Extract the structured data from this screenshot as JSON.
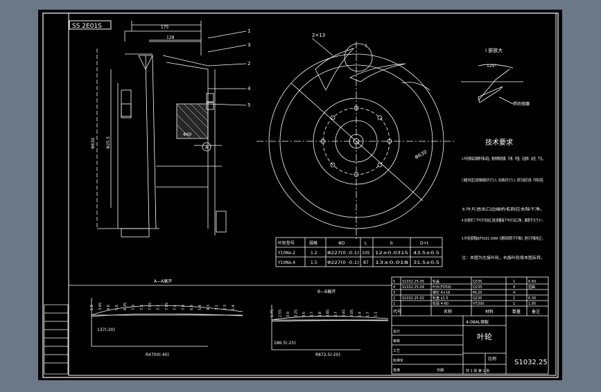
{
  "drawing": {
    "title_block": {
      "drawing_number": "S1032.25",
      "drawing_number_rotated": "SS 2E01S",
      "part_name": "叶轮",
      "material_note": "4-08AL钢板",
      "headers": {
        "code": "代号",
        "name": "名称",
        "material": "材料",
        "quantity": "数量",
        "note": "备注"
      },
      "scale_label": "比例",
      "sheet": "共 1 张 第 1 张",
      "bom_rows": [
        {
          "index": "5",
          "code": "S1032.25-05",
          "name": "轮盖",
          "material": "Q235",
          "qty": "1",
          "note": "6.60"
        },
        {
          "index": "4",
          "code": "S1032.25-04",
          "name": "叶片(FD59)",
          "material": "Q235",
          "qty": "4",
          "note": "扭曲"
        },
        {
          "index": "3",
          "code": "",
          "name": "铆钉 4×16",
          "material": "ML20",
          "qty": "4",
          "note": ""
        },
        {
          "index": "2",
          "code": "S1032.25-02",
          "name": "轮盘 ¢1.5",
          "material": "Q235",
          "qty": "1",
          "note": "6.30"
        },
        {
          "index": "1",
          "code": "",
          "name": "轮毂 4-60",
          "material": "HT200",
          "qty": "1",
          "note": "1.95"
        }
      ],
      "approval_labels": [
        "设计",
        "审核",
        "工艺",
        "标准化",
        "批准",
        "日期"
      ]
    },
    "tech_requirements": {
      "title": "技术要求",
      "items": [
        "1.叶轮焊接后做静平衡试验，要求焊缝饱满、平滑、牢固、无虚焊、夹渣、气孔。",
        "2.轴盘与轮盖之间的轴向跳动不大于1.5，径向跳动不大于1.5，铆钉头部应光滑，不得有毛刺。",
        "3.叶片进出口边缘的毛刺应去除干净。",
        "4.在相邻三个叶片的出口处测量每个叶片出口角，偏差不大于1°。",
        "5.叶轮按照JB/T9101-1999《通风机转子平衡》进行平衡校正。",
        "注：本图为左旋叶轮，右旋叶轮按本图反转。"
      ]
    },
    "spec_table": {
      "headers": [
        "叶轮型号",
        "规格",
        "ΦD",
        "L",
        "b",
        "D+t"
      ],
      "rows": [
        [
          "Y10No.2",
          "1.2",
          "Φ227(0 -0.1)",
          "105",
          "12±0.0315",
          "43.5±0.5"
        ],
        [
          "Y10No.4",
          "1.5",
          "Φ227(0 -0.1)",
          "87",
          "13±0.018",
          "31.5±0.5"
        ]
      ]
    },
    "detail_view": {
      "title": "I 部放大",
      "angle": "125°",
      "weld_note": "焊后修磨"
    },
    "section_views": {
      "a_title": "A—A展开",
      "b_title": "B—B展开",
      "a_dims": [
        "137(-20)",
        "R4700(-40)"
      ],
      "b_dims": [
        "R872.5(-20)",
        "186.5(-25)"
      ],
      "a_values": [
        "1.0",
        "3.65",
        "4.8",
        "5.6",
        "6.35",
        "7.0",
        "7.3",
        "7.55",
        "7.7",
        "7.65",
        "7.4",
        "7.0",
        "6.3",
        "5.4",
        "4.3",
        "3.1",
        "2.3",
        "1.4"
      ],
      "b_values": [
        "1.75",
        "2.55",
        "3.0",
        "3.25",
        "3.5",
        "3.7",
        "3.8",
        "3.85",
        "3.7",
        "3.45",
        "3.05",
        "2.4",
        "1.7",
        "1.1"
      ]
    },
    "front_view": {
      "dim_top": "175",
      "dim_inner": "128",
      "dim_hub": "Φ60",
      "dim_outer": "Φ630",
      "dim_bore": "Φ25.5",
      "balloons": [
        "1",
        "2",
        "3",
        "4",
        "5"
      ],
      "section_label": "A"
    },
    "plan_view": {
      "label": "2×13",
      "dim_diameter": "Φ630",
      "label_I": "I"
    }
  }
}
